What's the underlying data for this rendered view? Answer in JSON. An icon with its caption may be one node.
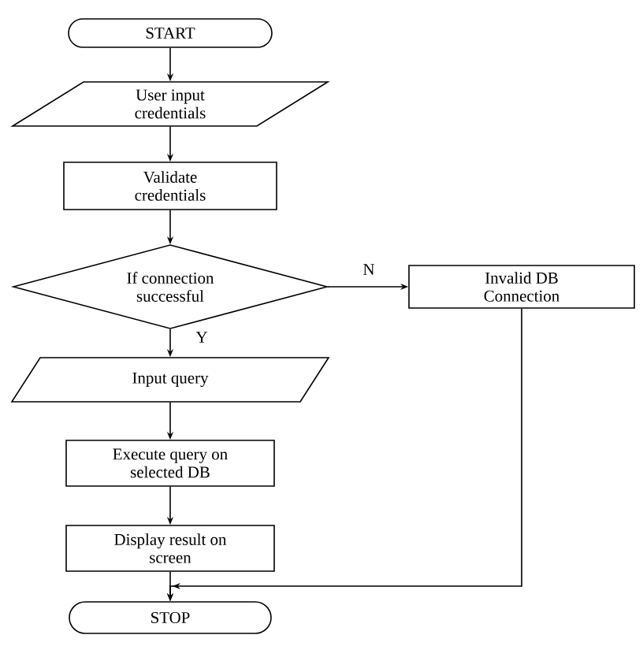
{
  "diagram": {
    "nodes": [
      {
        "text": [
          "START"
        ]
      },
      {
        "text": [
          "User input credentials"
        ]
      },
      {
        "text": [
          "Validate credentials"
        ]
      },
      {
        "text": [
          "If connection successful"
        ]
      },
      {
        "text": [
          "Invalid DB Connection"
        ]
      },
      {
        "text": [
          "Input query"
        ]
      },
      {
        "text": [
          "Execute query on selected DB"
        ]
      },
      {
        "text": [
          "Display result on screen"
        ]
      },
      {
        "text": [
          "STOP"
        ]
      }
    ],
    "edges": [
      {
        "from": 0,
        "to": 1,
        "arrow": "to"
      },
      {
        "from": 1,
        "to": 2,
        "arrow": "to"
      },
      {
        "from": 2,
        "to": 3,
        "arrow": "to"
      },
      {
        "from": 3,
        "to": 4,
        "arrow": "to",
        "label": "N"
      },
      {
        "from": 3,
        "to": 5,
        "arrow": "to",
        "label": "Y"
      },
      {
        "from": 5,
        "to": 6,
        "arrow": "to"
      },
      {
        "from": 6,
        "to": 7,
        "arrow": "to"
      },
      {
        "from": 7,
        "to": 8,
        "arrow": "to"
      },
      {
        "from": 4,
        "to": 8,
        "arrow": "to"
      }
    ]
  }
}
